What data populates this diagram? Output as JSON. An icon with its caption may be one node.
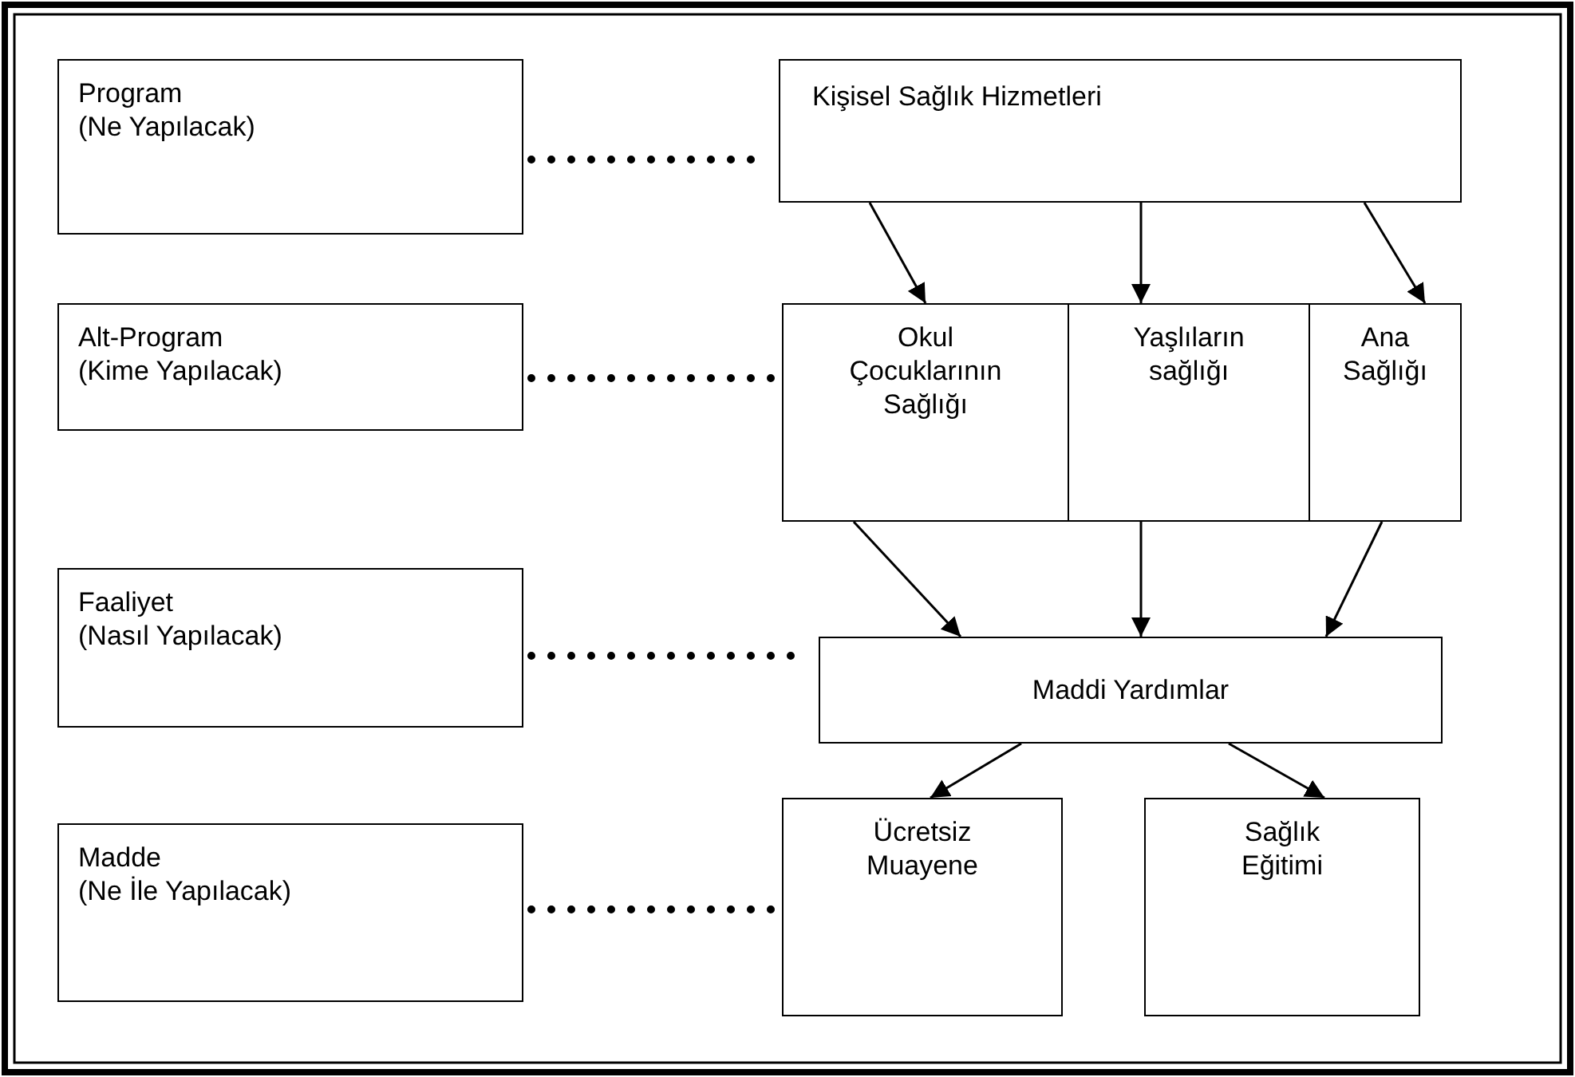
{
  "diagram": {
    "nodes": [
      {
        "text": [
          "Program",
          "(Ne Yapılacak)"
        ]
      },
      {
        "text": [
          "Kişisel Sağlık Hizmetleri"
        ]
      },
      {
        "text": [
          "Alt-Program",
          "(Kime Yapılacak)"
        ]
      },
      {
        "text": [
          "Okul Çocuklarının Sağlığı"
        ]
      },
      {
        "text": [
          "Yaşlıların sağlığı"
        ]
      },
      {
        "text": [
          "Ana Sağlığı"
        ]
      },
      {
        "text": [
          "Faaliyet",
          "(Nasıl Yapılacak)"
        ]
      },
      {
        "text": [
          "Maddi Yardımlar"
        ]
      },
      {
        "text": [
          "Madde",
          "(Ne İle Yapılacak)"
        ]
      },
      {
        "text": [
          "Ücretsiz Muayene"
        ]
      },
      {
        "text": [
          "Sağlık Eğitimi"
        ]
      }
    ],
    "edges": [
      {
        "from": 0,
        "to": 1,
        "arrow": "none",
        "style": "dashed"
      },
      {
        "from": 2,
        "to": 3,
        "arrow": "none",
        "style": "dashed"
      },
      {
        "from": 6,
        "to": 7,
        "arrow": "none",
        "style": "dashed"
      },
      {
        "from": 8,
        "to": 9,
        "arrow": "none",
        "style": "dashed"
      },
      {
        "from": 1,
        "to": 3,
        "arrow": "to"
      },
      {
        "from": 1,
        "to": 4,
        "arrow": "to"
      },
      {
        "from": 1,
        "to": 5,
        "arrow": "to"
      },
      {
        "from": 3,
        "to": 7,
        "arrow": "to"
      },
      {
        "from": 4,
        "to": 7,
        "arrow": "to"
      },
      {
        "from": 5,
        "to": 7,
        "arrow": "to"
      },
      {
        "from": 7,
        "to": 9,
        "arrow": "to"
      },
      {
        "from": 7,
        "to": 10,
        "arrow": "to"
      }
    ]
  }
}
